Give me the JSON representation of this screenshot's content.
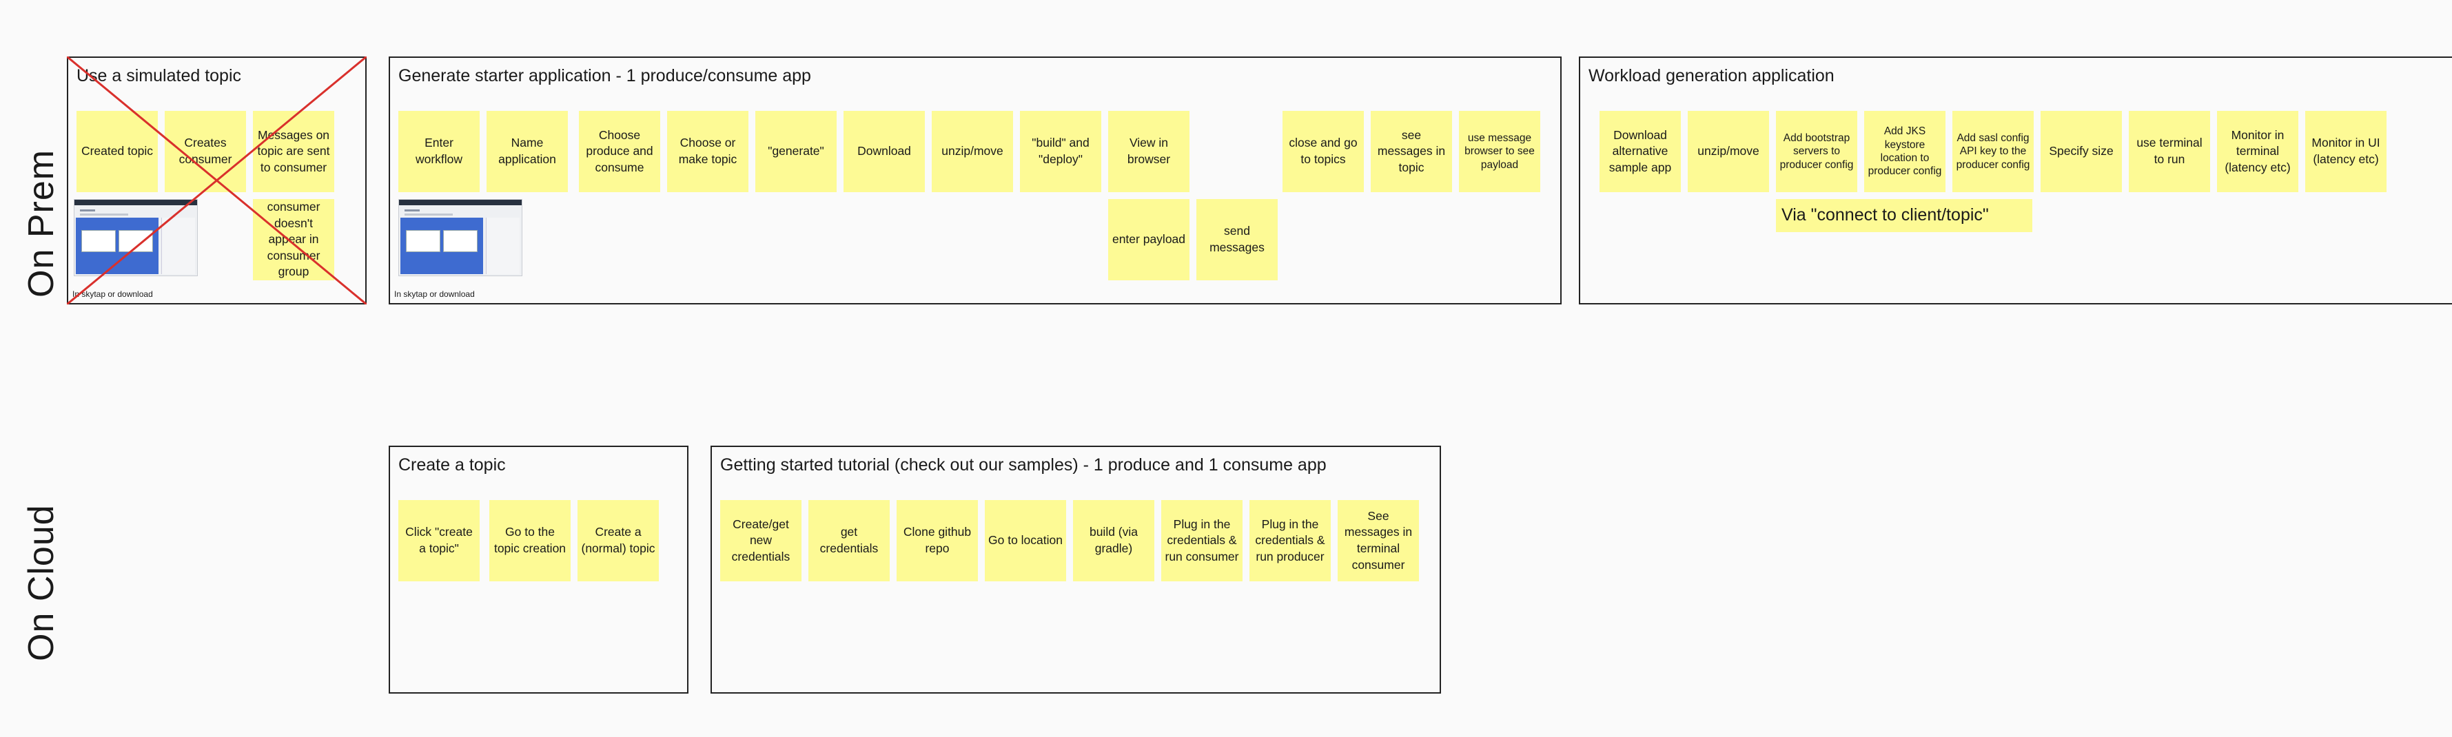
{
  "rows": {
    "on_prem": "On Prem",
    "on_cloud": "On Cloud"
  },
  "frames": {
    "simulated": {
      "title": "Use a simulated topic",
      "stickies": [
        "Created topic",
        "Creates consumer",
        "Messages on topic are sent to consumer",
        "consumer doesn't appear in consumer group"
      ],
      "caption": "In skytap or download"
    },
    "starter": {
      "title": "Generate starter application - 1 produce/consume app",
      "stickies": [
        "Enter workflow",
        "Name application",
        "Choose produce and consume",
        "Choose or make topic",
        "\"generate\"",
        "Download",
        "unzip/move",
        "\"build\" and \"deploy\"",
        "View in browser",
        "close and go to topics",
        "see messages in topic",
        "use message browser to see payload",
        "enter payload",
        "send messages"
      ],
      "caption": "In skytap or download"
    },
    "workload": {
      "title": "Workload generation application",
      "stickies": [
        "Download alternative sample app",
        "unzip/move",
        "Add bootstrap servers to producer config",
        "Add JKS keystore location to producer config",
        "Add sasl config API key to the producer config",
        "Specify size",
        "use terminal to run",
        "Monitor in terminal (latency etc)",
        "Monitor in UI (latency etc)"
      ],
      "wide_note": "Via \"connect to client/topic\""
    },
    "create_topic": {
      "title": "Create a topic",
      "stickies": [
        "Click \"create a topic\"",
        "Go to the topic creation",
        "Create a (normal) topic"
      ]
    },
    "tutorial": {
      "title": "Getting started tutorial (check out our samples) - 1 produce and 1 consume app",
      "stickies": [
        "Create/get new credentials",
        "get credentials",
        "Clone github repo",
        "Go to location",
        "build (via gradle)",
        "Plug in the credentials & run consumer",
        "Plug in the credentials & run producer",
        "See messages in terminal consumer"
      ]
    }
  },
  "colors": {
    "sticky": "#fdfa95",
    "cross": "#d9302c",
    "frame_border": "#222222"
  }
}
